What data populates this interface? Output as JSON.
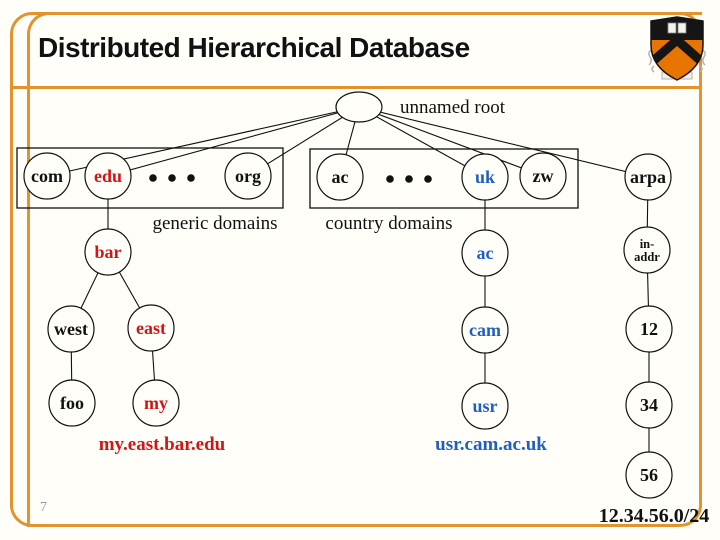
{
  "slide": {
    "title": "Distributed Hierarchical Database",
    "page_number": "7",
    "logo_icon": "princeton-shield-icon"
  },
  "colors": {
    "accent": "#E2932E",
    "ink": "#111111",
    "red": "#D41414",
    "blue": "#1E5FC2",
    "shield_orange": "#E77500",
    "muted": "#999999",
    "background": "#FFFEF9"
  },
  "diagram": {
    "root": {
      "id": "root",
      "label": "unnamed root",
      "color": "ink"
    },
    "boxes": [
      {
        "id": "generic",
        "label": "generic domains",
        "has_ellipsis": true
      },
      {
        "id": "country",
        "label": "country domains",
        "has_ellipsis": true
      }
    ],
    "nodes": [
      {
        "id": "com",
        "label": "com",
        "color": "ink"
      },
      {
        "id": "edu",
        "label": "edu",
        "color": "red"
      },
      {
        "id": "org",
        "label": "org",
        "color": "ink"
      },
      {
        "id": "ac",
        "label": "ac",
        "color": "ink"
      },
      {
        "id": "uk",
        "label": "uk",
        "color": "blue"
      },
      {
        "id": "zw",
        "label": "zw",
        "color": "ink"
      },
      {
        "id": "arpa",
        "label": "arpa",
        "color": "ink"
      },
      {
        "id": "bar",
        "label": "bar",
        "color": "red"
      },
      {
        "id": "west",
        "label": "west",
        "color": "ink"
      },
      {
        "id": "east",
        "label": "east",
        "color": "red"
      },
      {
        "id": "foo",
        "label": "foo",
        "color": "ink"
      },
      {
        "id": "my",
        "label": "my",
        "color": "red"
      },
      {
        "id": "ac2",
        "label": "ac",
        "color": "blue"
      },
      {
        "id": "cam",
        "label": "cam",
        "color": "blue"
      },
      {
        "id": "usr",
        "label": "usr",
        "color": "blue"
      },
      {
        "id": "inaddr",
        "label": "in-addr",
        "two_line": [
          "in-",
          "addr"
        ],
        "color": "ink"
      },
      {
        "id": "n12",
        "label": "12",
        "color": "ink"
      },
      {
        "id": "n34",
        "label": "34",
        "color": "ink"
      },
      {
        "id": "n56",
        "label": "56",
        "color": "ink"
      }
    ],
    "edges": [
      [
        "root",
        "com"
      ],
      [
        "root",
        "edu"
      ],
      [
        "root",
        "org"
      ],
      [
        "root",
        "ac"
      ],
      [
        "root",
        "uk"
      ],
      [
        "root",
        "zw"
      ],
      [
        "root",
        "arpa"
      ],
      [
        "edu",
        "bar"
      ],
      [
        "bar",
        "west"
      ],
      [
        "bar",
        "east"
      ],
      [
        "west",
        "foo"
      ],
      [
        "east",
        "my"
      ],
      [
        "uk",
        "ac2"
      ],
      [
        "ac2",
        "cam"
      ],
      [
        "cam",
        "usr"
      ],
      [
        "arpa",
        "inaddr"
      ],
      [
        "inaddr",
        "n12"
      ],
      [
        "n12",
        "n34"
      ],
      [
        "n34",
        "n56"
      ]
    ],
    "captions": [
      {
        "id": "left-path",
        "text": "my.east.bar.edu",
        "color": "red"
      },
      {
        "id": "middle-path",
        "text": "usr.cam.ac.uk",
        "color": "blue"
      },
      {
        "id": "right-path",
        "text": "12.34.56.0/24",
        "color": "ink"
      }
    ]
  }
}
